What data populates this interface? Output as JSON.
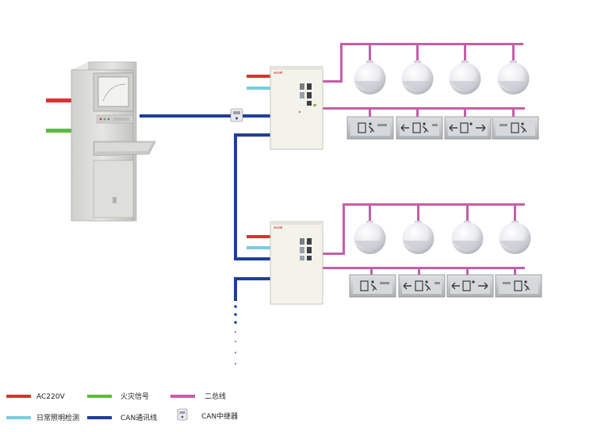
{
  "colors": {
    "ac220v": "#e03030",
    "fire": "#5bbd3c",
    "bus": "#c55fa8",
    "daily": "#78cde0",
    "can": "#1f3f98",
    "cabinet": "#dcdcd8",
    "panel": "#f3f3ec",
    "lamp": "#ecedf1",
    "sign": "#c7c9cb"
  },
  "panel_brand": "Acrel",
  "legend": {
    "ac220v": "AC220V",
    "fire": "火灾信号",
    "bus": "二总线",
    "daily": "日常照明检测",
    "can": "CAN通讯线",
    "repeater": "CAN中继器"
  },
  "icons": {
    "host": "monitoring-host-cabinet",
    "panel": "distribution-panel",
    "lamp": "emergency-dome-lamp",
    "sign": "exit-evacuation-sign",
    "repeater": "can-repeater-device"
  }
}
